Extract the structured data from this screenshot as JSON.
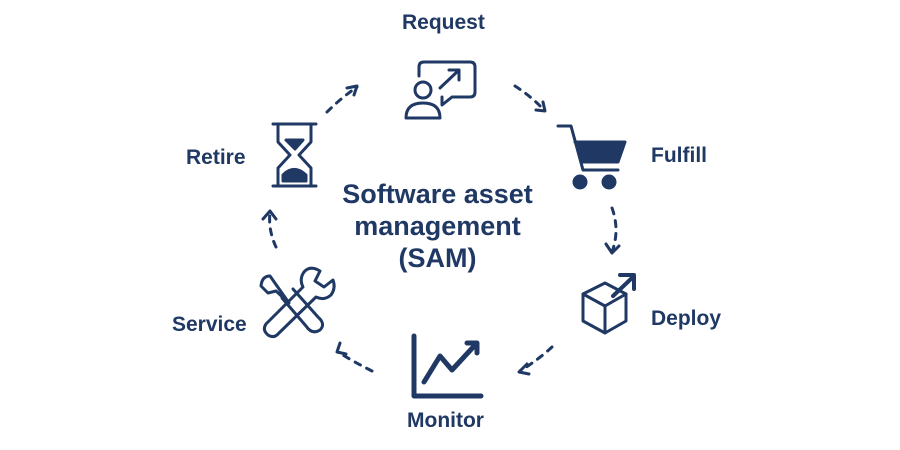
{
  "colors": {
    "primary": "#1f3864",
    "background": "#ffffff"
  },
  "center": {
    "line1": "Software asset",
    "line2": "management",
    "line3": "(SAM)"
  },
  "stages": [
    {
      "label": "Request",
      "icon": "request-icon"
    },
    {
      "label": "Fulfill",
      "icon": "shopping-cart-icon"
    },
    {
      "label": "Deploy",
      "icon": "deploy-box-icon"
    },
    {
      "label": "Monitor",
      "icon": "line-chart-icon"
    },
    {
      "label": "Service",
      "icon": "wrench-screwdriver-icon"
    },
    {
      "label": "Retire",
      "icon": "hourglass-icon"
    }
  ]
}
